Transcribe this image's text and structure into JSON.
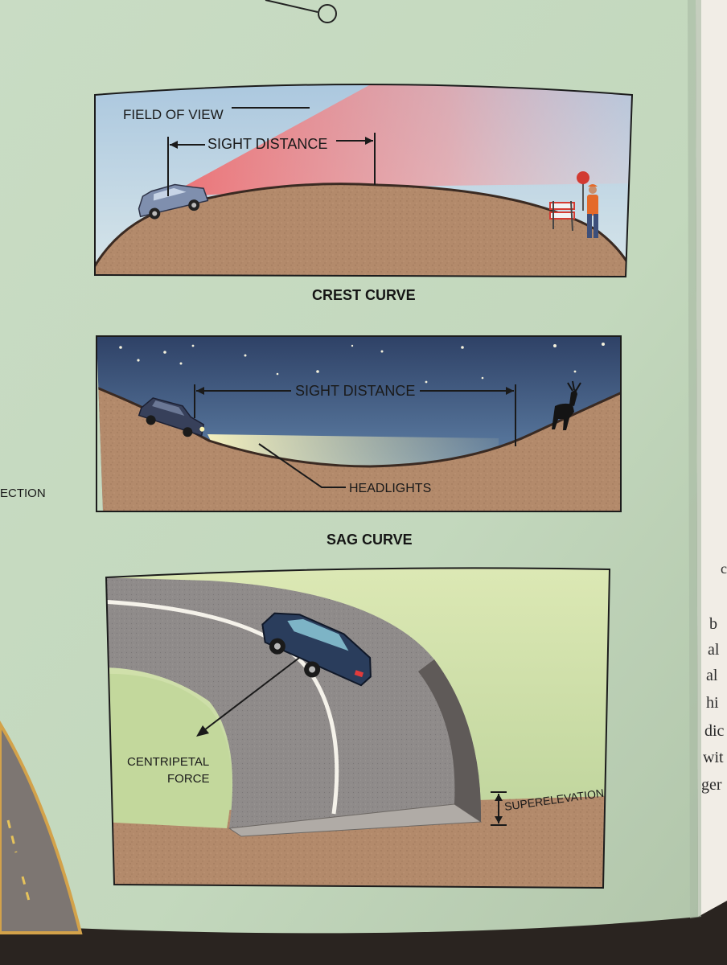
{
  "crest": {
    "field_of_view": "FIELD OF VIEW",
    "sight_distance": "SIGHT DISTANCE",
    "caption": "CREST CURVE"
  },
  "sag": {
    "sight_distance": "SIGHT DISTANCE",
    "headlights": "HEADLIGHTS",
    "caption": "SAG CURVE"
  },
  "banked": {
    "centripetal_line1": "CENTRIPETAL",
    "centripetal_line2": "FORCE",
    "superelevation": "SUPERELEVATION"
  },
  "left_fragment": "ECTION",
  "right_page_fragments": [
    "c",
    "b",
    "al",
    "al",
    "hi",
    "dic",
    "wit",
    "ger"
  ]
}
